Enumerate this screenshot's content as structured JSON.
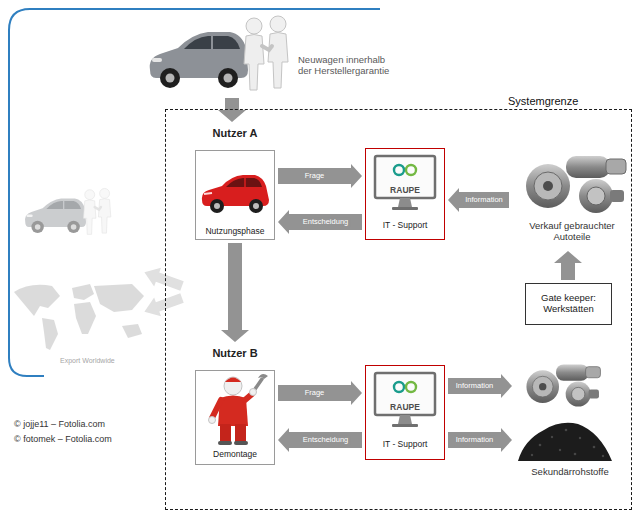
{
  "diagram": {
    "nodes": [
      {
        "text": [
          "Neuwagen innerhalb der Herstellergarantie"
        ]
      },
      {
        "text": [
          "Systemgrenze"
        ]
      },
      {
        "text": [
          "Nutzer A",
          "Nutzungsphase"
        ],
        "in": 1
      },
      {
        "text": [
          "RAUPE",
          "IT - Support"
        ],
        "in": 1
      },
      {
        "text": [
          "Verkauf gebrauchter Autoteile"
        ],
        "in": 1
      },
      {
        "text": [
          "Gate keeper: Werkstätten"
        ],
        "in": 1
      },
      {
        "text": [
          "Nutzer B",
          "Demontage"
        ],
        "in": 1
      },
      {
        "text": [
          "RAUPE",
          "IT - Support"
        ],
        "in": 1
      },
      {
        "text": [
          "Sekundärrohstoffe"
        ],
        "in": 1
      }
    ],
    "edges": [
      {
        "from": 0,
        "to": 2,
        "arrow": "to"
      },
      {
        "from": 2,
        "to": 3,
        "label": "Frage",
        "arrow": "to"
      },
      {
        "from": 3,
        "to": 2,
        "label": "Entscheidung",
        "arrow": "to"
      },
      {
        "from": 4,
        "to": 3,
        "label": "Information",
        "arrow": "to"
      },
      {
        "from": 5,
        "to": 4,
        "arrow": "to"
      },
      {
        "from": 2,
        "to": 6,
        "arrow": "to"
      },
      {
        "from": 6,
        "to": 7,
        "label": "Frage",
        "arrow": "to"
      },
      {
        "from": 7,
        "to": 6,
        "label": "Entscheidung",
        "arrow": "to"
      },
      {
        "from": 7,
        "to": 8,
        "label": "Information",
        "arrow": "to"
      }
    ],
    "labels": [
      "Information",
      "Export Worldwide",
      "© jojje11 – Fotolia.com",
      "© fotomek – Fotolia.com"
    ]
  }
}
